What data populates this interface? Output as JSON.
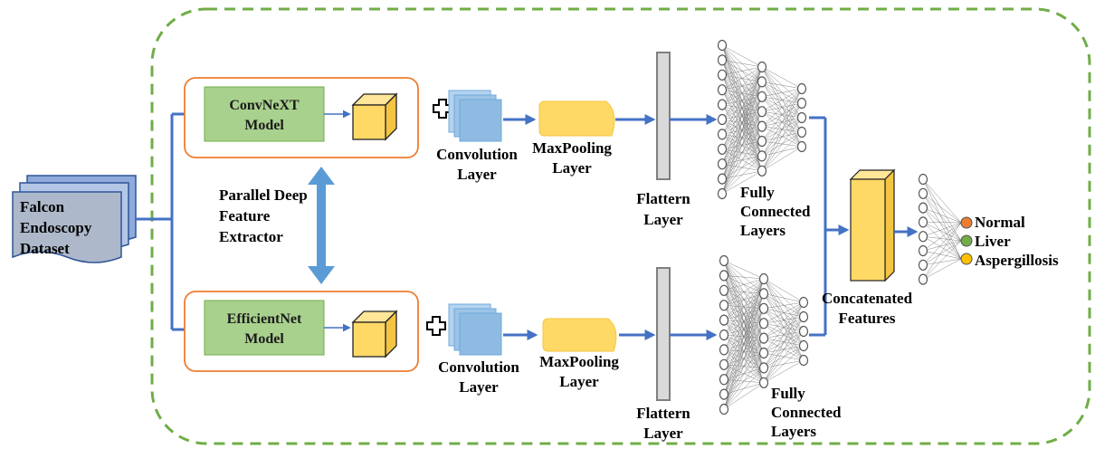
{
  "input": {
    "line1": "Falcon",
    "line2": "Endoscopy",
    "line3": "Dataset"
  },
  "models": {
    "top": {
      "line1": "ConvNeXT",
      "line2": "Model"
    },
    "bottom": {
      "line1": "EfficientNet",
      "line2": "Model"
    }
  },
  "extractor": {
    "line1": "Parallel Deep",
    "line2": "Feature",
    "line3": "Extractor"
  },
  "layers": {
    "convolution": {
      "line1": "Convolution",
      "line2": "Layer"
    },
    "maxpooling": {
      "line1": "MaxPooling",
      "line2": "Layer"
    },
    "flatten": {
      "line1": "Flattern",
      "line2": "Layer"
    },
    "fully_connected": {
      "line1": "Fully",
      "line2": "Connected",
      "line3": "Layers"
    }
  },
  "concat": {
    "line1": "Concatenated",
    "line2": "Features"
  },
  "classes": [
    {
      "label": "Normal",
      "color": "#ed7d31"
    },
    {
      "label": "Liver",
      "color": "#70ad47"
    },
    {
      "label": "Aspergillosis",
      "color": "#ffc000"
    }
  ],
  "colors": {
    "boundary": "#70ad47",
    "model_box_border": "#ed7d31",
    "model_fill": "#a9d18e",
    "arrow": "#4472c4",
    "cube_fill": "#ffd966",
    "maxpool_fill": "#ffd966",
    "conv_fill": "#9dc3e6",
    "flatten_fill": "#d9d9d9",
    "dataset_fill": "#adb9ca"
  }
}
